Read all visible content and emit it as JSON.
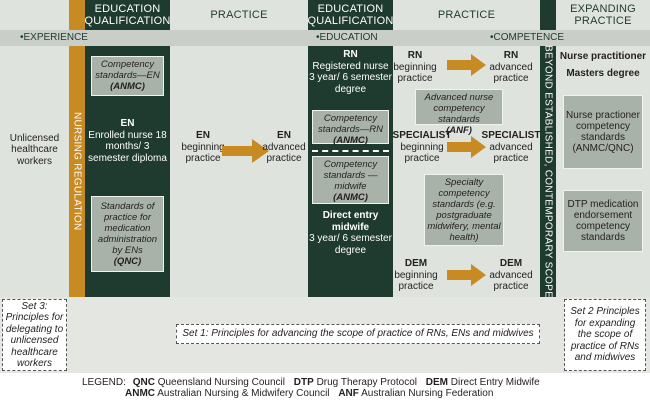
{
  "headers": {
    "education_qualification_1": "EDUCATION QUALIFICATION",
    "practice_1": "PRACTICE",
    "education_qualification_2": "EDUCATION QUALIFICATION",
    "practice_2": "PRACTICE",
    "expanding_practice": "EXPANDING PRACTICE"
  },
  "bands": {
    "experience": "•EXPERIENCE",
    "education": "•EDUCATION",
    "competence": "•COMPETENCE"
  },
  "vertical": {
    "nursing_regulation": "NURSING REGULATION",
    "beyond_scope": "BEYOND ESTABLISHED, CONTEMPORARY SCOPE"
  },
  "col1": {
    "unlicensed": "Unlicensed healthcare workers"
  },
  "col2": {
    "competency_en": "Competency standards—EN",
    "competency_en_abbr": "(ANMC)",
    "en_title": "EN",
    "en_desc": "Enrolled nurse 18 months/ 3 semester diploma",
    "standards_medication": "Standards of practice for medication administration by ENs",
    "standards_medication_abbr": "(QNC)"
  },
  "col3": {
    "en_beginning_title": "EN",
    "en_beginning_desc": "beginning practice",
    "en_advanced_title": "EN",
    "en_advanced_desc": "advanced practice"
  },
  "col4": {
    "rn_title": "RN",
    "rn_desc": "Registered nurse 3 year/ 6 semester degree",
    "competency_rn": "Competency standards—RN",
    "competency_rn_abbr": "(ANMC)",
    "competency_midwife": "Competency standards —midwife",
    "competency_midwife_abbr": "(ANMC)",
    "dem_title": "Direct entry midwife",
    "dem_desc": "3 year/ 6 semester degree"
  },
  "col5": {
    "rn_begin_title": "RN",
    "rn_begin_desc": "beginning practice",
    "rn_adv_title": "RN",
    "rn_adv_desc": "advanced practice",
    "anc_standards": "Advanced nurse competency standards",
    "anc_abbr": "(ANF)",
    "spec_begin_title": "SPECIALIST",
    "spec_begin_desc": "beginning practice",
    "spec_adv_title": "SPECIALIST",
    "spec_adv_desc": "advanced practice",
    "specialty_standards": "Specialty competency standards (e.g. postgraduate midwifery, mental health)",
    "dem_begin_title": "DEM",
    "dem_begin_desc": "beginning practice",
    "dem_adv_title": "DEM",
    "dem_adv_desc": "advanced practice"
  },
  "col6": {
    "np_title": "Nurse practitioner",
    "np_degree": "Masters degree",
    "np_standards": "Nurse practioner competency standards (ANMC/QNC)",
    "dtp_standards": "DTP medication endorsement competency standards"
  },
  "sets": {
    "set3": "Set 3: Principles for delegating to unlicensed healthcare workers",
    "set1": "Set 1: Principles for advancing the scope of practice of RNs, ENs and midwives",
    "set2": "Set 2 Principles for expanding the scope of practice of RNs and midwives"
  },
  "legend": {
    "label": "LEGEND:",
    "qnc_abbr": "QNC",
    "qnc_text": "Queensland Nursing Council",
    "dtp_abbr": "DTP",
    "dtp_text": "Drug Therapy Protocol",
    "dem_abbr": "DEM",
    "dem_text": "Direct Entry Midwife",
    "anmc_abbr": "ANMC",
    "anmc_text": "Australian Nursing & Midwifery Council",
    "anf_abbr": "ANF",
    "anf_text": "Australian Nursing Federation"
  },
  "colors": {
    "dark_green": "#1f3a2e",
    "orange": "#c88a22",
    "light_grey": "#dfe3dd",
    "box_grey": "#a9b2a8"
  }
}
